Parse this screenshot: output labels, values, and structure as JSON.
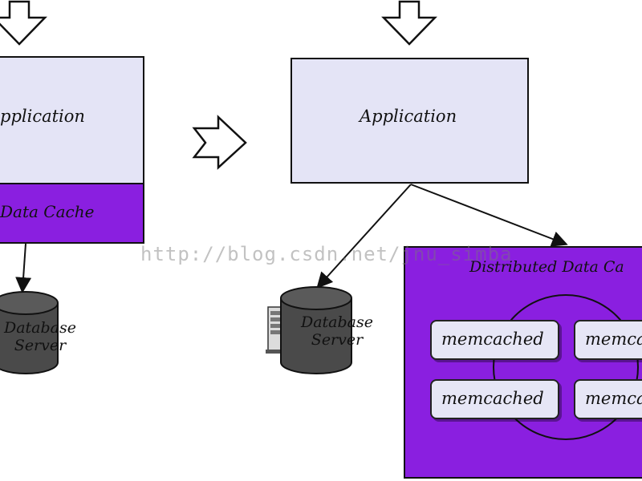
{
  "colors": {
    "app_fill": "#e4e4f6",
    "cache_fill": "#8a1fe0",
    "memcached_fill": "#e6e6f6",
    "database_fill": "#4a4a4a",
    "outline": "#111111"
  },
  "left": {
    "application_label": "pplication",
    "cache_label": "Data Cache",
    "database_label_line1": "Database",
    "database_label_line2": "Server"
  },
  "right": {
    "application_label": "Application",
    "database_label_line1": "Database",
    "database_label_line2": "Server",
    "distributed_cache_label": "Distributed Data Ca",
    "memcached_nodes": [
      "memcached",
      "memcach",
      "memcached",
      "memcac"
    ]
  },
  "watermark": "http://blog.csdn.net/jnu_simba",
  "icons": [
    "down-arrow-icon",
    "right-arrow-icon",
    "database-cylinder-icon",
    "server-tower-icon"
  ]
}
